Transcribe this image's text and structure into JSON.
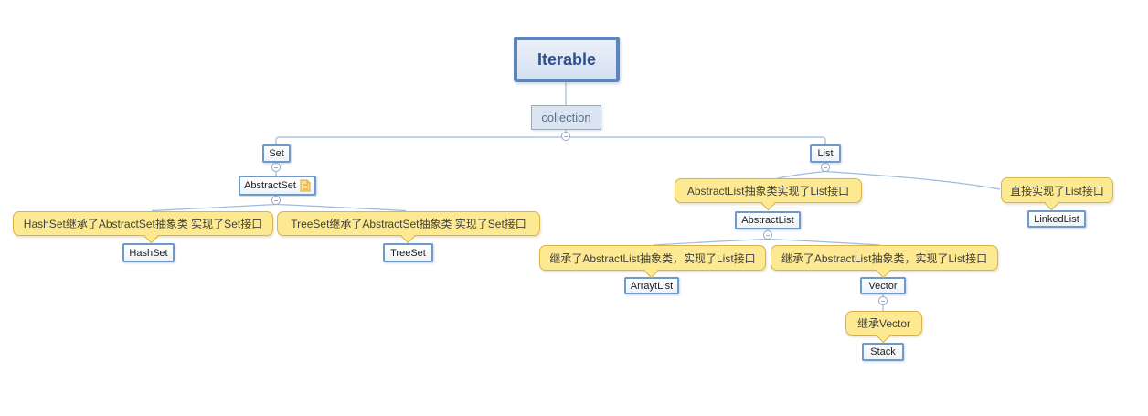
{
  "mindmap": {
    "root_label": "Iterable",
    "collection_label": "collection",
    "set_branch": {
      "set": {
        "label": "Set"
      },
      "abstract_set": {
        "label": "AbstractSet",
        "note_icon": "note-icon"
      },
      "hash_set": {
        "label": "HashSet",
        "callout": "HashSet继承了AbstractSet抽象类 实现了Set接口"
      },
      "tree_set": {
        "label": "TreeSet",
        "callout": "TreeSet继承了AbstractSet抽象类 实现了Set接口"
      }
    },
    "list_branch": {
      "list": {
        "label": "List"
      },
      "abstract_list": {
        "label": "AbstractList",
        "callout": "AbstractList抽象类实现了List接口"
      },
      "array_list": {
        "label": "ArraytList",
        "callout": "继承了AbstractList抽象类，实现了List接口"
      },
      "vector": {
        "label": "Vector",
        "callout": "继承了AbstractList抽象类，实现了List接口"
      },
      "stack": {
        "label": "Stack",
        "callout": "继承Vector"
      },
      "linked_list": {
        "label": "LinkedList",
        "callout": "直接实现了List接口"
      }
    },
    "icons": {
      "collapse": "collapse-minus-icon",
      "note": "note-icon"
    },
    "colors": {
      "root_border": "#5b86bd",
      "root_fill": "#dde7f3",
      "root_text": "#2f4f8b",
      "subtopic_fill": "#dbe5f2",
      "node_border": "#6e99c9",
      "callout_fill": "#fce992",
      "callout_border": "#d8b44a",
      "connector_line": "#9fbada"
    }
  }
}
